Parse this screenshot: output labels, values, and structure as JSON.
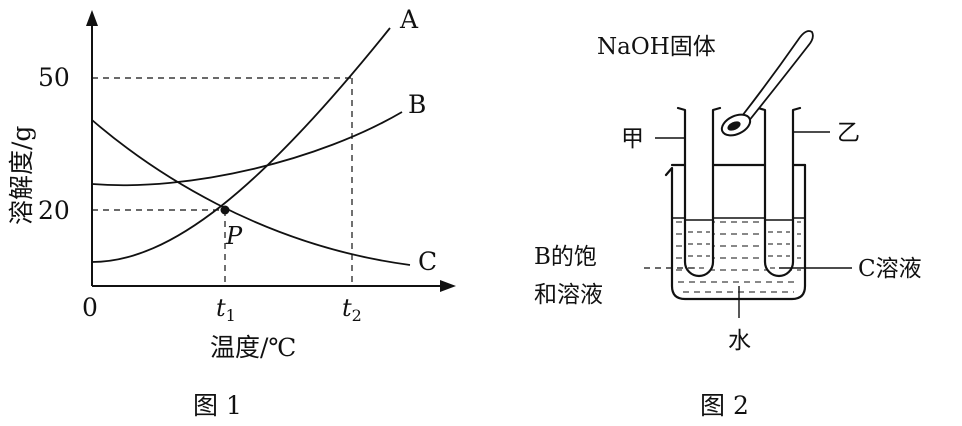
{
  "figure1": {
    "caption": "图 1",
    "ylabel": "溶解度/g",
    "xlabel": "温度/℃",
    "origin": "0",
    "y_ticks": [
      "20",
      "50"
    ],
    "x_ticks": [
      {
        "main": "t",
        "sub": "1"
      },
      {
        "main": "t",
        "sub": "2"
      }
    ],
    "point_label": "P",
    "curve_labels": [
      "A",
      "B",
      "C"
    ]
  },
  "figure2": {
    "caption": "图 2",
    "solid_label": "NaOH固体",
    "tube_left_label": "甲",
    "tube_right_label": "乙",
    "left_solution_line1": "B的饱",
    "left_solution_line2": "和溶液",
    "right_solution": "C溶液",
    "water_label": "水"
  },
  "chart_data": {
    "type": "line",
    "xlabel": "温度/℃",
    "ylabel": "溶解度/g",
    "y_ticks": [
      20,
      50
    ],
    "x_ticks": [
      "t1",
      "t2"
    ],
    "series": [
      {
        "name": "A",
        "x": [
          "0",
          "t1",
          "t2"
        ],
        "values": [
          7,
          20,
          50
        ]
      },
      {
        "name": "B",
        "x": [
          "0",
          "t1",
          "t2"
        ],
        "values": [
          25,
          27,
          37
        ]
      },
      {
        "name": "C",
        "x": [
          "0",
          "t1",
          "t2"
        ],
        "values": [
          40,
          20,
          9
        ]
      }
    ],
    "annotations": [
      {
        "label": "P",
        "x": "t1",
        "y": 20
      }
    ]
  }
}
